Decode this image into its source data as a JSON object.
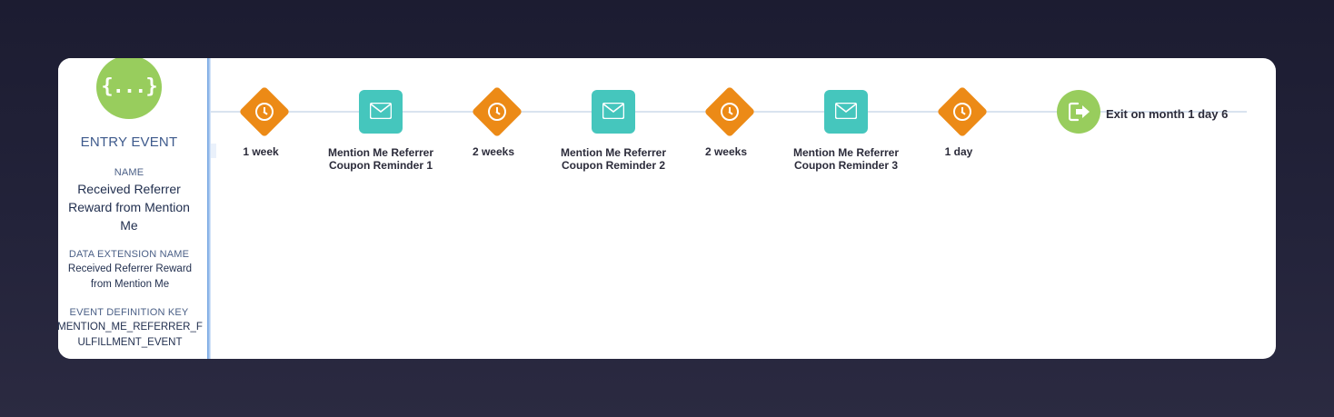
{
  "entry_event": {
    "icon": "{...}",
    "icon_name": "code-braces-icon",
    "title": "ENTRY EVENT",
    "name_label": "NAME",
    "name_value": "Received Referrer Reward from Mention Me",
    "de_label": "DATA EXTENSION NAME",
    "de_value": "Received Referrer Reward from Mention Me",
    "key_label": "EVENT DEFINITION KEY",
    "key_value": "MENTION_ME_REFERRER_FULFILLMENT_EVENT"
  },
  "flow": {
    "waits": [
      {
        "label": "1 week",
        "icon": "clock-icon"
      },
      {
        "label": "2 weeks",
        "icon": "clock-icon"
      },
      {
        "label": "2 weeks",
        "icon": "clock-icon"
      },
      {
        "label": "1 day",
        "icon": "clock-icon"
      }
    ],
    "emails": [
      {
        "label": "Mention Me Referrer Coupon Reminder 1",
        "icon": "envelope-icon"
      },
      {
        "label": "Mention Me Referrer Coupon Reminder 2",
        "icon": "envelope-icon"
      },
      {
        "label": "Mention Me Referrer Coupon Reminder 3",
        "icon": "envelope-icon"
      }
    ],
    "exit": {
      "label": "Exit on month 1 day 6",
      "icon": "exit-icon"
    }
  },
  "colors": {
    "wait": "#ec8a16",
    "email": "#45c6bd",
    "entry": "#98cd5d",
    "exit": "#98cd5d",
    "line": "#d9e3ef"
  }
}
